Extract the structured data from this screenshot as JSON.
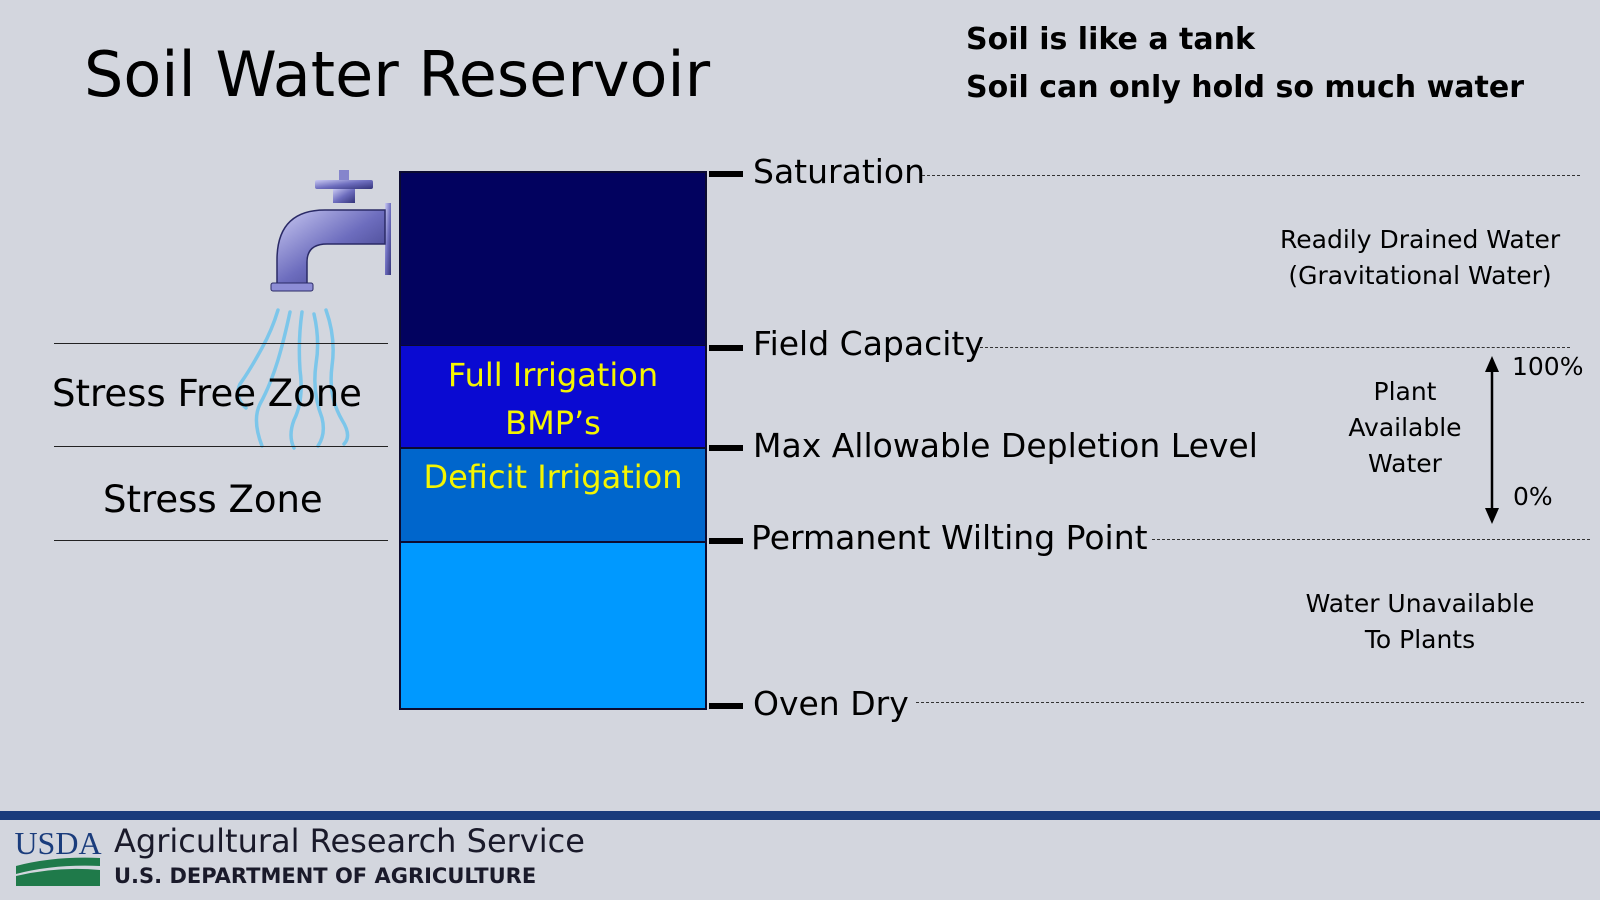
{
  "title": "Soil Water Reservoir",
  "taglines": [
    "Soil is like a tank",
    "Soil can only hold so much water"
  ],
  "tank": {
    "full_irrigation_label": "Full Irrigation\nBMP’s",
    "deficit_label": "Deficit Irrigation",
    "colors": {
      "gravitational": "#02025f",
      "full": "#0a0ad2",
      "deficit": "#0066cc",
      "unavailable": "#0099ff",
      "label_text": "#f5f500"
    }
  },
  "levels": {
    "saturation": "Saturation",
    "field_capacity": "Field Capacity",
    "mad": "Max Allowable Depletion Level",
    "pwp": "Permanent Wilting Point",
    "oven_dry": "Oven Dry"
  },
  "zones": {
    "stress_free": "Stress Free Zone",
    "stress": "Stress Zone"
  },
  "annotations": {
    "drained_line1": "Readily Drained Water",
    "drained_line2": "(Gravitational Water)",
    "paw_line1": "Plant",
    "paw_line2": "Available",
    "paw_line3": "Water",
    "pct_top": "100%",
    "pct_bottom": "0%",
    "unavail_line1": "Water Unavailable",
    "unavail_line2": "To Plants"
  },
  "icons": {
    "faucet": "faucet-icon",
    "water_stream": "water-stream-icon",
    "logo": "usda-logo-icon"
  },
  "footer": {
    "logo_text": "USDA",
    "organization": "Agricultural Research Service",
    "department": "U.S. DEPARTMENT OF AGRICULTURE",
    "bar_color": "#1a3c7c"
  }
}
